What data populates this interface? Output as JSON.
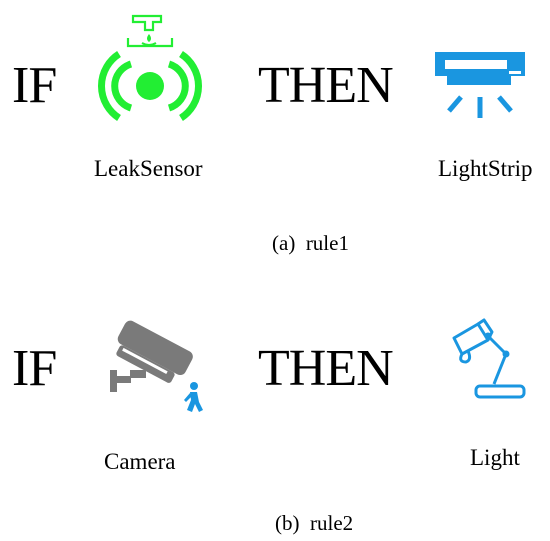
{
  "colors": {
    "leak_green": "#22ee33",
    "strip_blue": "#1a96e0",
    "camera_gray": "#7a7a7a",
    "person_blue": "#1a96e0",
    "lamp_blue": "#1a96e0"
  },
  "rule1": {
    "if_text": "IF",
    "then_text": "THEN",
    "trigger": {
      "label": "LeakSensor",
      "icon": "leak-sensor-icon"
    },
    "action": {
      "label": "LightStrip",
      "icon": "light-strip-icon"
    },
    "caption_tag": "(a)",
    "caption_name": "rule1"
  },
  "rule2": {
    "if_text": "IF",
    "then_text": "THEN",
    "trigger": {
      "label": "Camera",
      "icon": "camera-icon"
    },
    "action": {
      "label": "Light",
      "icon": "lamp-icon"
    },
    "caption_tag": "(b)",
    "caption_name": "rule2"
  }
}
